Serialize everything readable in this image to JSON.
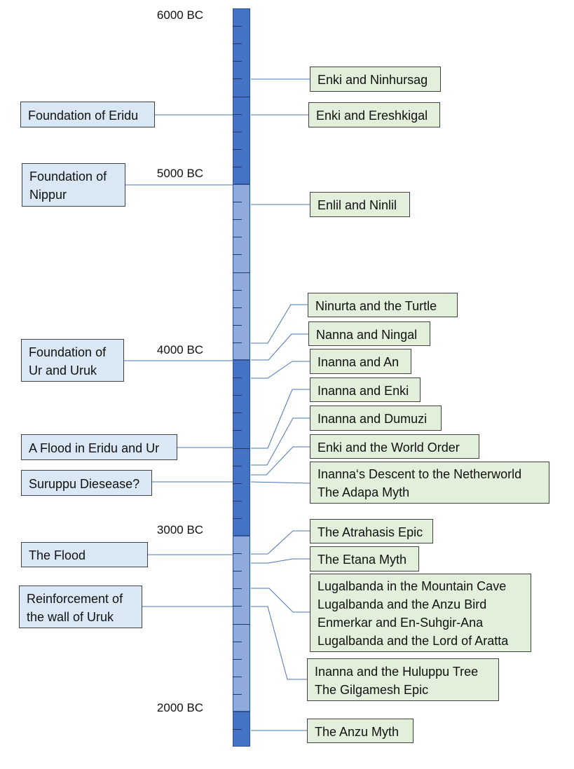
{
  "colors": {
    "millennium_dark": "#4472c4",
    "millennium_light": "#8faadc",
    "event_box": "#dae8f5",
    "myth_box": "#e2efda",
    "connector": "#4a74b3"
  },
  "timeline": {
    "centuries": [
      "6000 BC",
      "5000 BC",
      "4000 BC",
      "3000 BC",
      "2000 BC"
    ],
    "millennia": [
      {
        "shade": "dark"
      },
      {
        "shade": "light"
      },
      {
        "shade": "dark"
      },
      {
        "shade": "light"
      },
      {
        "shade": "dark"
      }
    ]
  },
  "events": [
    {
      "lines": [
        "Foundation of Eridu"
      ]
    },
    {
      "lines": [
        "Foundation of",
        "Nippur"
      ]
    },
    {
      "lines": [
        "Foundation of",
        "Ur and Uruk"
      ]
    },
    {
      "lines": [
        "A Flood in Eridu and Ur"
      ]
    },
    {
      "lines": [
        "Suruppu Diesease?"
      ]
    },
    {
      "lines": [
        "The Flood"
      ]
    },
    {
      "lines": [
        "Reinforcement of",
        "the wall of Uruk"
      ]
    }
  ],
  "myths": [
    {
      "lines": [
        "Enki and Ninhursag"
      ]
    },
    {
      "lines": [
        "Enki and Ereshkigal"
      ]
    },
    {
      "lines": [
        "Enlil and Ninlil"
      ]
    },
    {
      "lines": [
        "Ninurta and the Turtle"
      ]
    },
    {
      "lines": [
        "Nanna and Ningal"
      ]
    },
    {
      "lines": [
        "Inanna and An"
      ]
    },
    {
      "lines": [
        "Inanna and Enki"
      ]
    },
    {
      "lines": [
        "Inanna and Dumuzi"
      ]
    },
    {
      "lines": [
        "Enki and the World Order"
      ]
    },
    {
      "lines": [
        "Inanna‘s Descent to the Netherworld",
        "The Adapa Myth"
      ]
    },
    {
      "lines": [
        "The Atrahasis Epic"
      ]
    },
    {
      "lines": [
        "The Etana Myth"
      ]
    },
    {
      "lines": [
        "Lugalbanda in the Mountain Cave",
        "Lugalbanda and the Anzu Bird",
        "Enmerkar and En-Suhgir-Ana",
        "Lugalbanda and the Lord of Aratta"
      ]
    },
    {
      "lines": [
        "Inanna and the Huluppu Tree",
        "The Gilgamesh Epic"
      ]
    },
    {
      "lines": [
        "The Anzu Myth"
      ]
    }
  ]
}
